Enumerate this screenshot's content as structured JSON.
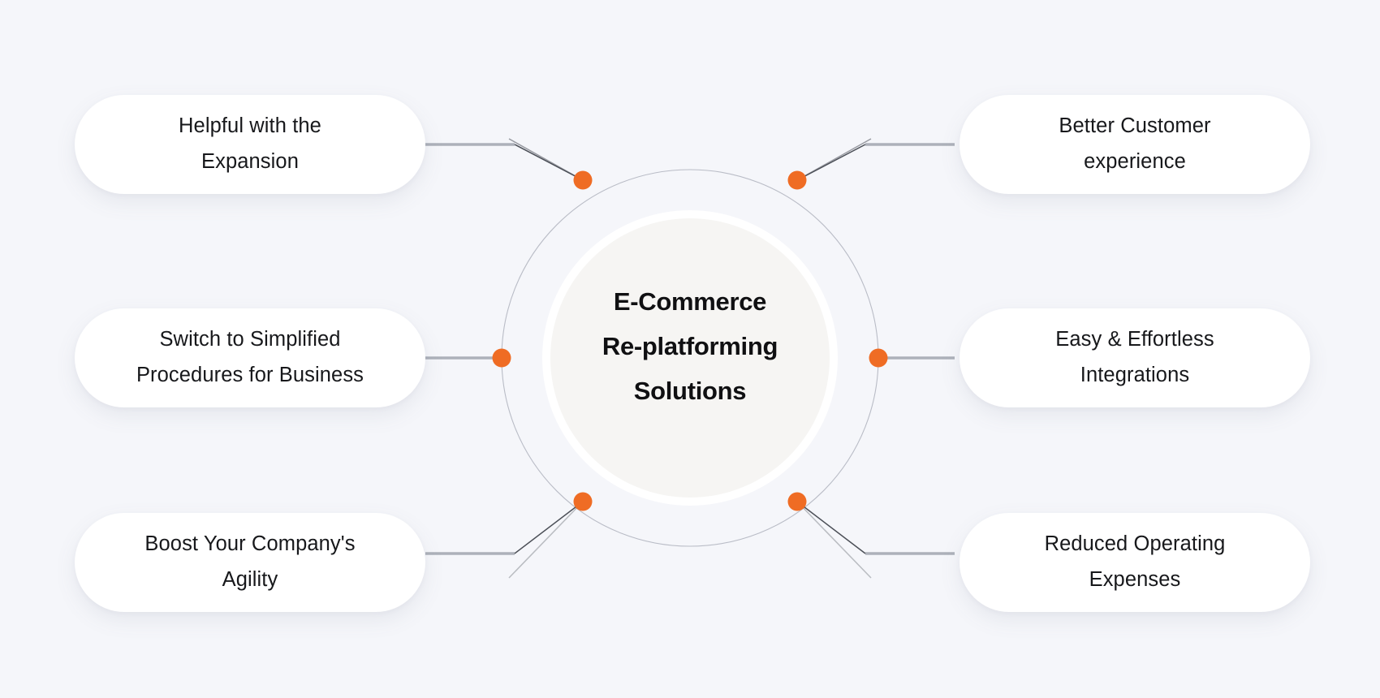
{
  "diagram": {
    "title": "E-Commerce Re-platforming Solutions",
    "type": "hub-and-spoke benefits diagram",
    "background_color": "#F5F6FA",
    "accent_color": "#EF6C24",
    "connector_color": "#ADB1BA",
    "hub": {
      "line1": "E-Commerce",
      "line2": "Re-platforming",
      "line3": "Solutions",
      "fill_color": "#F6F5F3",
      "ring_color": "#B9BCC6"
    },
    "nodes": [
      {
        "id": "expansion",
        "side": "left",
        "row": "top",
        "line1": "Helpful with the",
        "line2": "Expansion"
      },
      {
        "id": "procedures",
        "side": "left",
        "row": "middle",
        "line1": "Switch to Simplified",
        "line2": "Procedures for Business"
      },
      {
        "id": "agility",
        "side": "left",
        "row": "bottom",
        "line1": "Boost Your Company's",
        "line2": "Agility"
      },
      {
        "id": "customer",
        "side": "right",
        "row": "top",
        "line1": "Better Customer",
        "line2": "experience"
      },
      {
        "id": "integrations",
        "side": "right",
        "row": "middle",
        "line1": "Easy & Effortless",
        "line2": "Integrations"
      },
      {
        "id": "expenses",
        "side": "right",
        "row": "bottom",
        "line1": "Reduced Operating",
        "line2": "Expenses"
      }
    ]
  }
}
